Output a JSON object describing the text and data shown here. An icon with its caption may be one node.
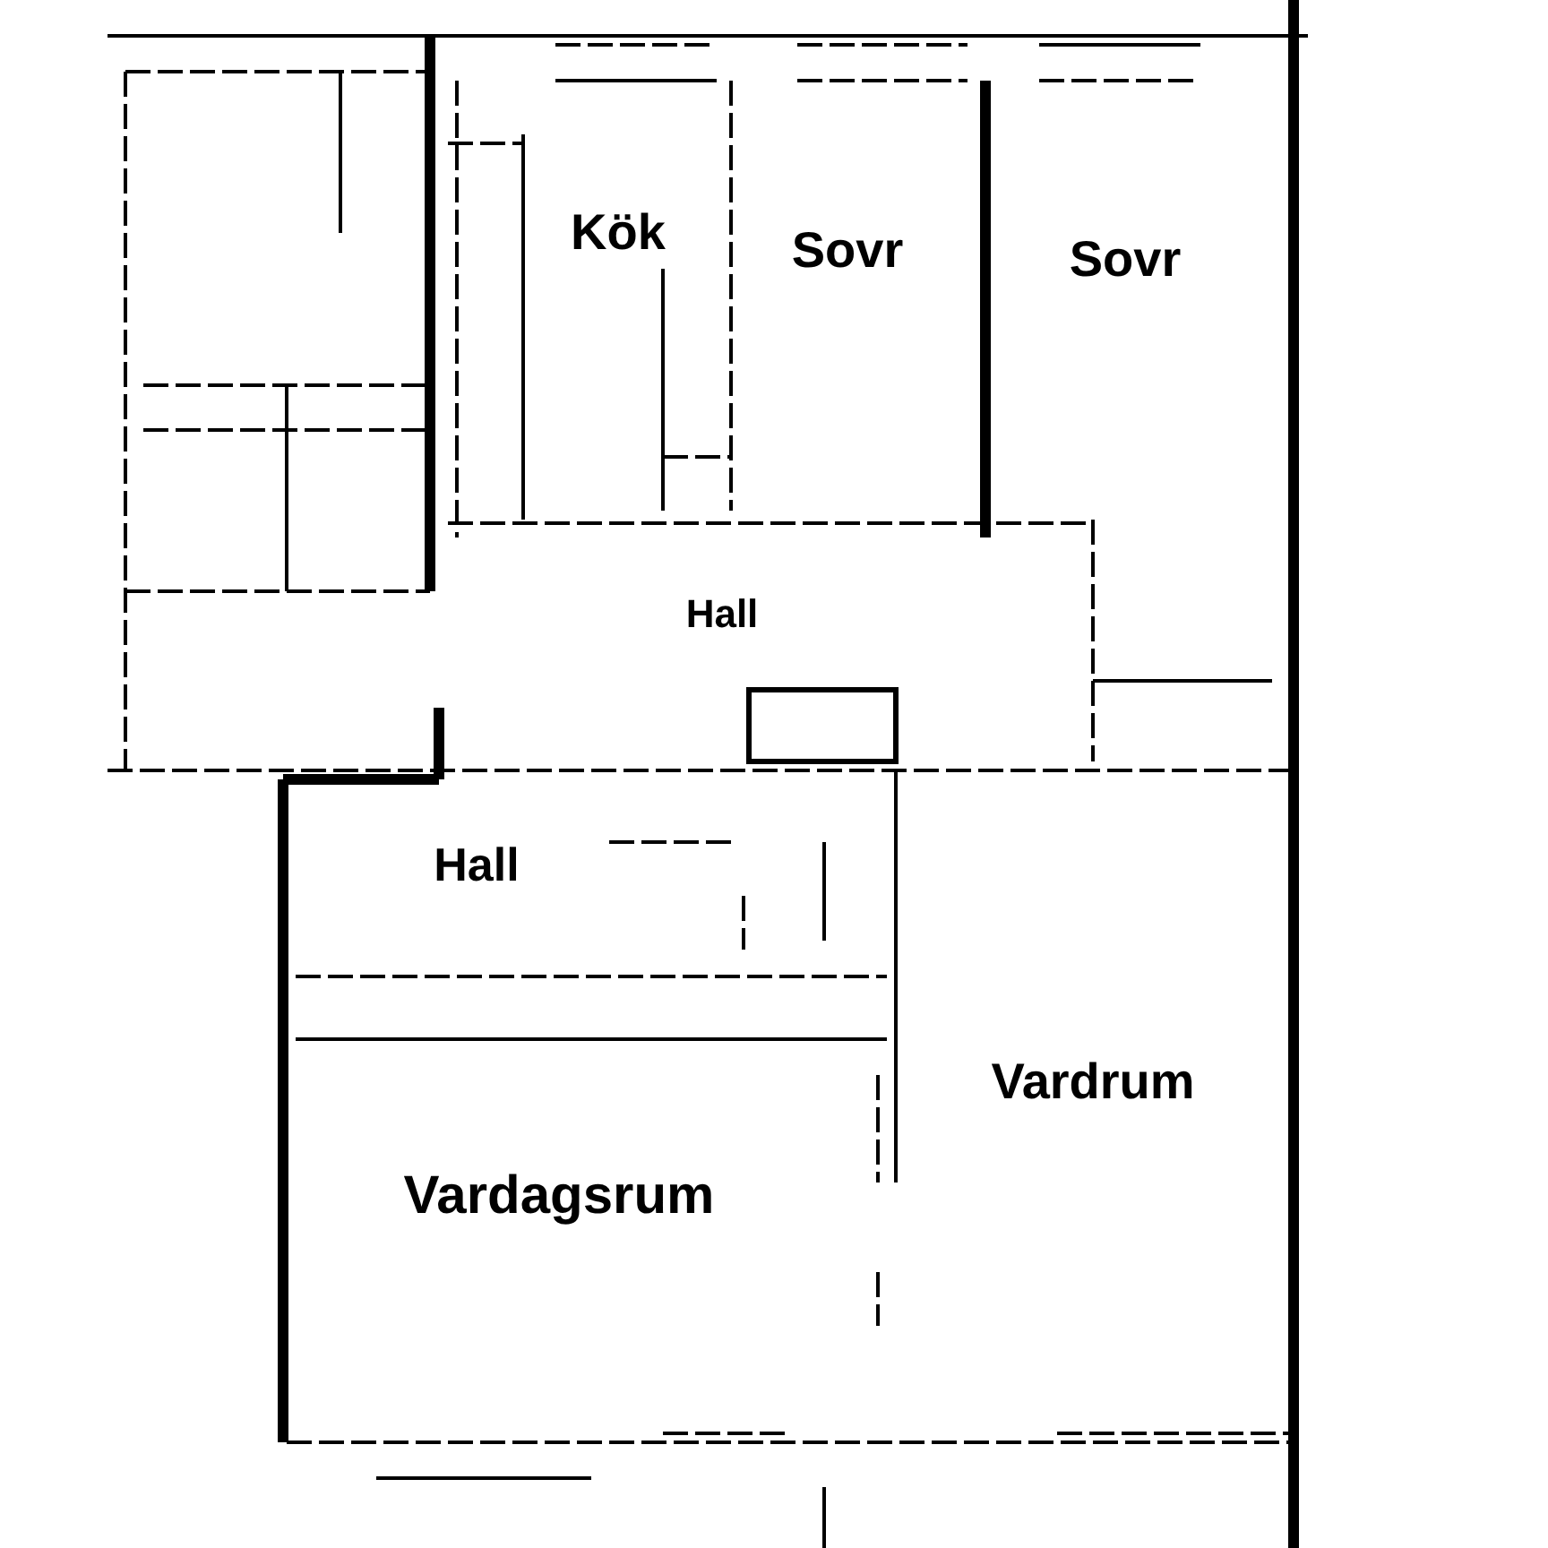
{
  "diagram": {
    "labels": [
      "Kök",
      "Sovr",
      "Sovr",
      "Hall",
      "Hall",
      "Vardrum",
      "Vardagsrum"
    ]
  }
}
